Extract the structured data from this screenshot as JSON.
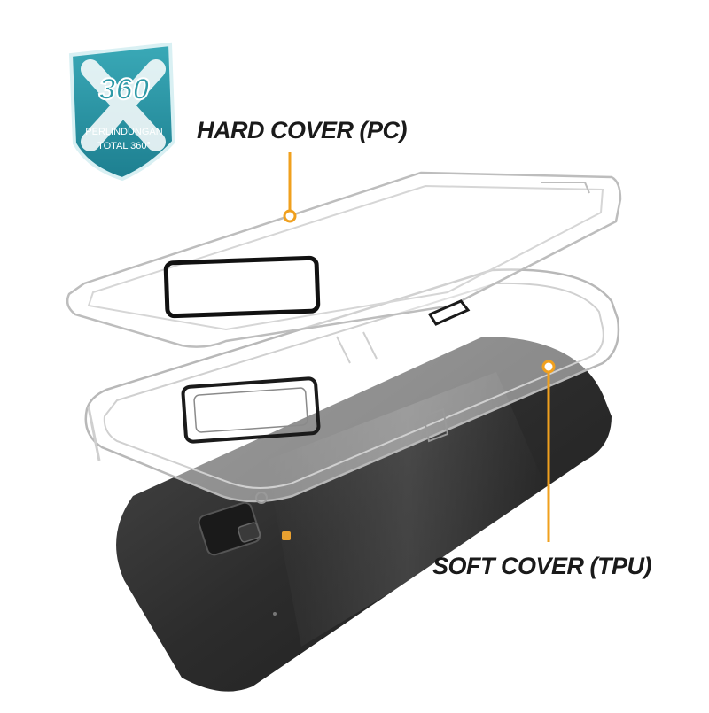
{
  "badge": {
    "number": "360",
    "line1": "PERLINDUNGAN",
    "line2": "TOTAL 360°"
  },
  "callouts": {
    "hard": "HARD COVER (PC)",
    "soft": "SOFT COVER (TPU)"
  },
  "colors": {
    "leader": "#f0a01e",
    "shield": "#2e9aa8",
    "phone": "#2b2b2b"
  }
}
